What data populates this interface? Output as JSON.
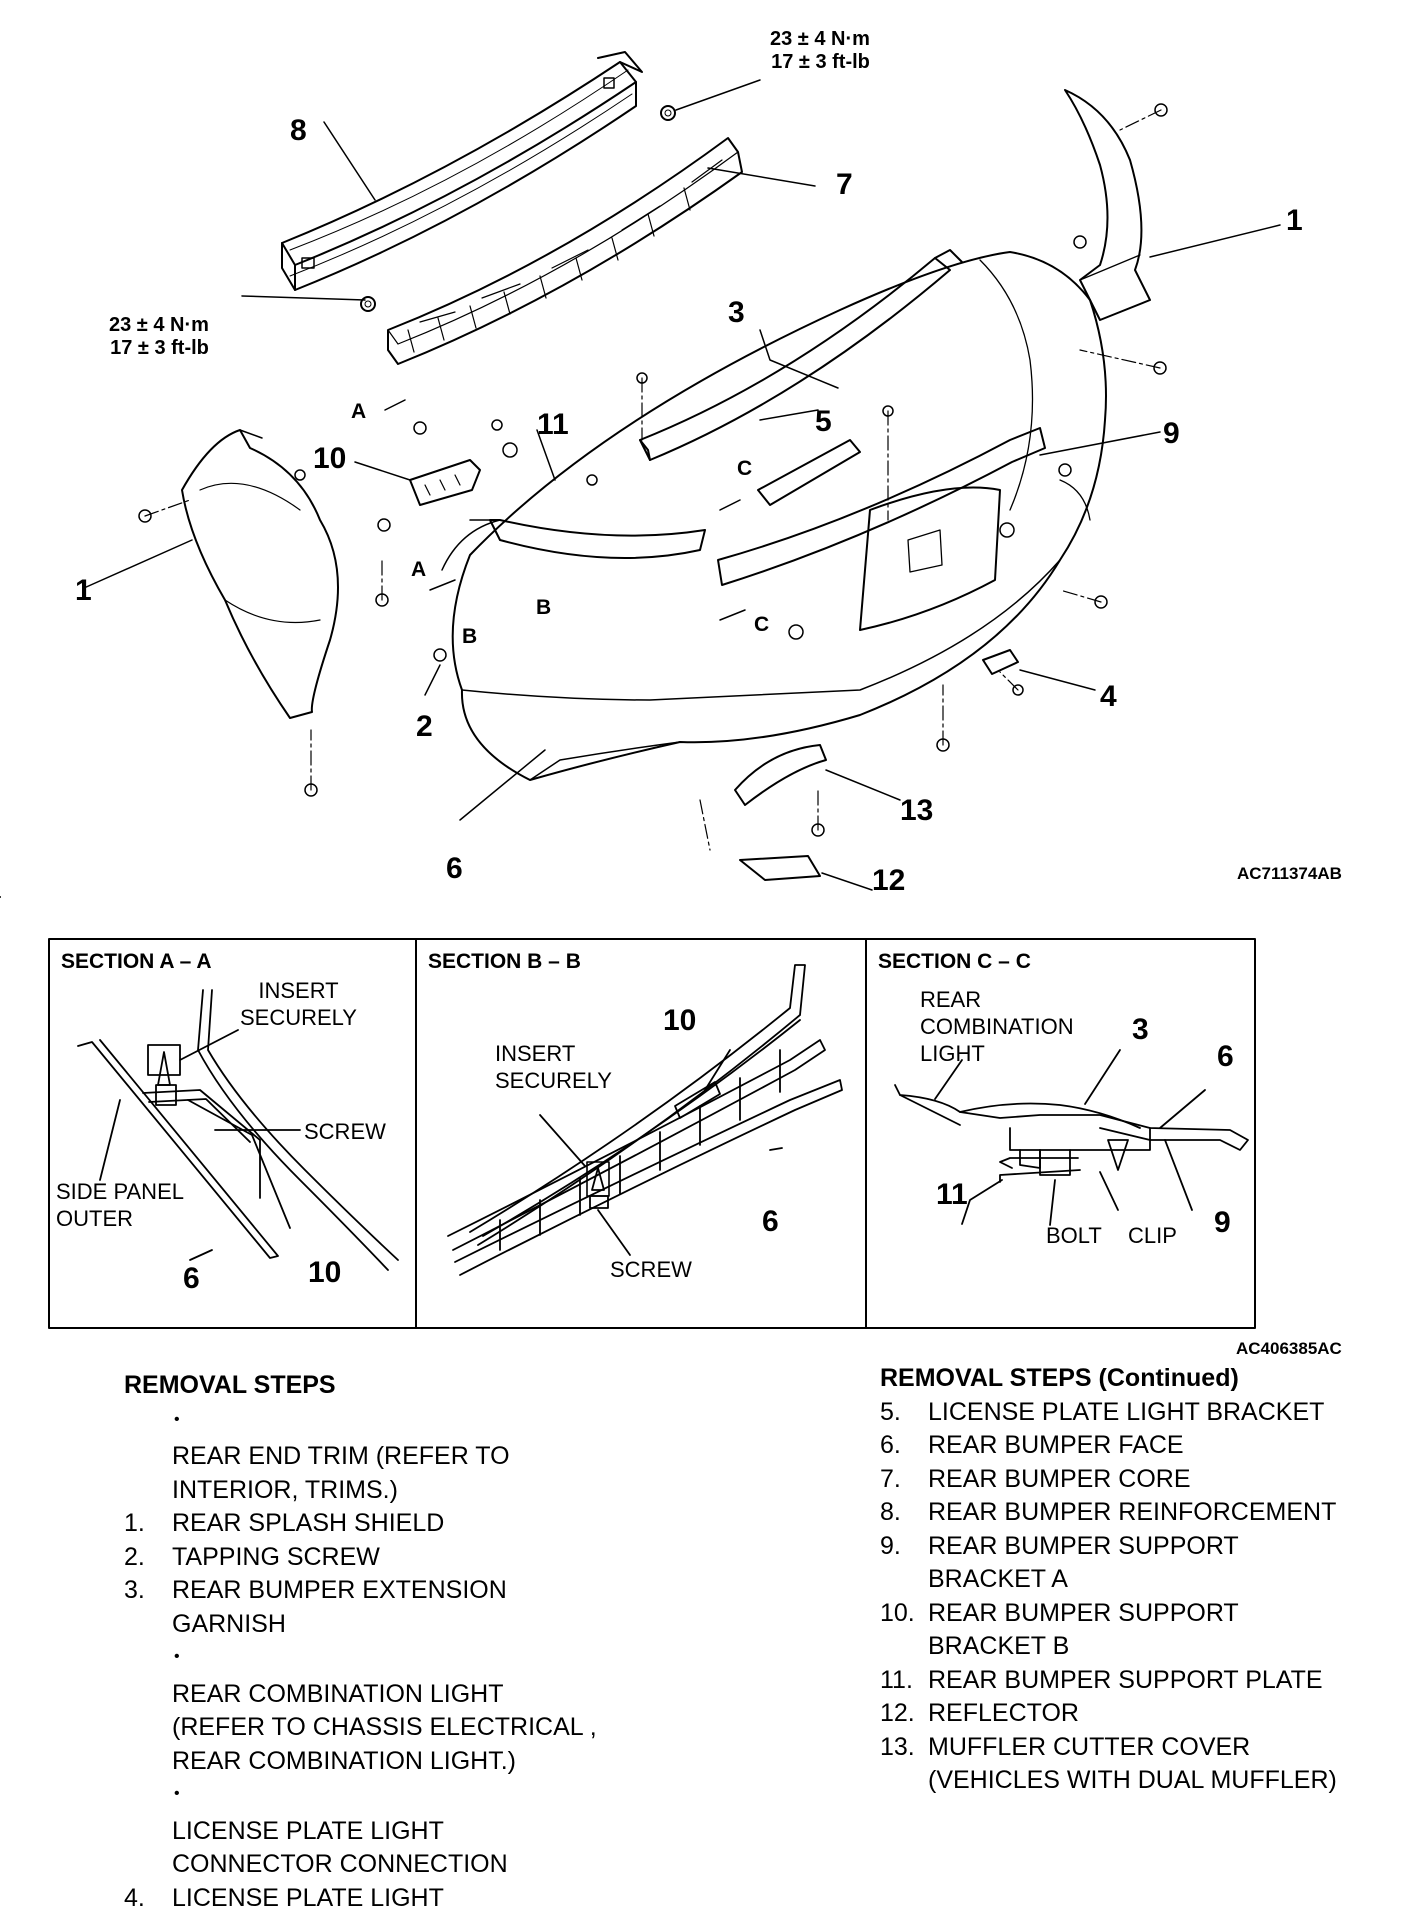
{
  "diagram": {
    "code": "AC711374AB",
    "torque_top": [
      "23 ± 4 N·m",
      "17 ± 3 ft-lb"
    ],
    "torque_left": [
      "23 ± 4 N·m",
      "17 ± 3 ft-lb"
    ],
    "callouts": {
      "n1_left": "1",
      "n1_right": "1",
      "n2": "2",
      "n3": "3",
      "n4": "4",
      "n5": "5",
      "n6": "6",
      "n7": "7",
      "n8": "8",
      "n9": "9",
      "n10": "10",
      "n11": "11",
      "n12": "12",
      "n13": "13"
    },
    "section_marks": {
      "a1": "A",
      "a2": "A",
      "b1": "B",
      "b2": "B",
      "c1": "C",
      "c2": "C"
    }
  },
  "sections": {
    "code": "AC406385AC",
    "a": {
      "title": "SECTION A – A",
      "insert": [
        "INSERT",
        "SECURELY"
      ],
      "screw": "SCREW",
      "side_panel": [
        "SIDE PANEL",
        "OUTER"
      ],
      "n6": "6",
      "n10": "10"
    },
    "b": {
      "title": "SECTION B – B",
      "insert": [
        "INSERT",
        "SECURELY"
      ],
      "screw": "SCREW",
      "n10": "10",
      "n6": "6"
    },
    "c": {
      "title": "SECTION C – C",
      "rear_light": [
        "REAR",
        "COMBINATION",
        "LIGHT"
      ],
      "n3": "3",
      "n6": "6",
      "n11": "11",
      "n9": "9",
      "bolt": "BOLT",
      "clip": "CLIP"
    }
  },
  "removal_steps": {
    "heading": "REMOVAL STEPS",
    "left": [
      {
        "mark": "•",
        "lines": [
          "REAR END TRIM (REFER TO",
          "INTERIOR, TRIMS.)"
        ]
      },
      {
        "mark": "1.",
        "lines": [
          "REAR SPLASH SHIELD"
        ]
      },
      {
        "mark": "2.",
        "lines": [
          "TAPPING SCREW"
        ]
      },
      {
        "mark": "3.",
        "lines": [
          "REAR BUMPER EXTENSION",
          "GARNISH"
        ]
      },
      {
        "mark": "•",
        "lines": [
          "REAR COMBINATION LIGHT",
          "(REFER TO CHASSIS ELECTRICAL ,",
          "REAR COMBINATION LIGHT.)"
        ]
      },
      {
        "mark": "•",
        "lines": [
          "LICENSE PLATE LIGHT",
          "CONNECTOR CONNECTION"
        ]
      },
      {
        "mark": "4.",
        "lines": [
          "LICENSE PLATE LIGHT"
        ]
      }
    ],
    "heading_continued": "REMOVAL STEPS (Continued)",
    "right": [
      {
        "mark": "5.",
        "lines": [
          "LICENSE PLATE LIGHT BRACKET"
        ]
      },
      {
        "mark": "6.",
        "lines": [
          "REAR BUMPER FACE"
        ]
      },
      {
        "mark": "7.",
        "lines": [
          "REAR BUMPER CORE"
        ]
      },
      {
        "mark": "8.",
        "lines": [
          "REAR BUMPER REINFORCEMENT"
        ]
      },
      {
        "mark": "9.",
        "lines": [
          "REAR BUMPER SUPPORT",
          "BRACKET A"
        ]
      },
      {
        "mark": "10.",
        "lines": [
          "REAR BUMPER SUPPORT",
          "BRACKET B"
        ]
      },
      {
        "mark": "11.",
        "lines": [
          "REAR BUMPER SUPPORT PLATE"
        ]
      },
      {
        "mark": "12.",
        "lines": [
          "REFLECTOR"
        ]
      },
      {
        "mark": "13.",
        "lines": [
          "MUFFLER CUTTER COVER",
          "(VEHICLES WITH DUAL MUFFLER)"
        ]
      }
    ]
  }
}
